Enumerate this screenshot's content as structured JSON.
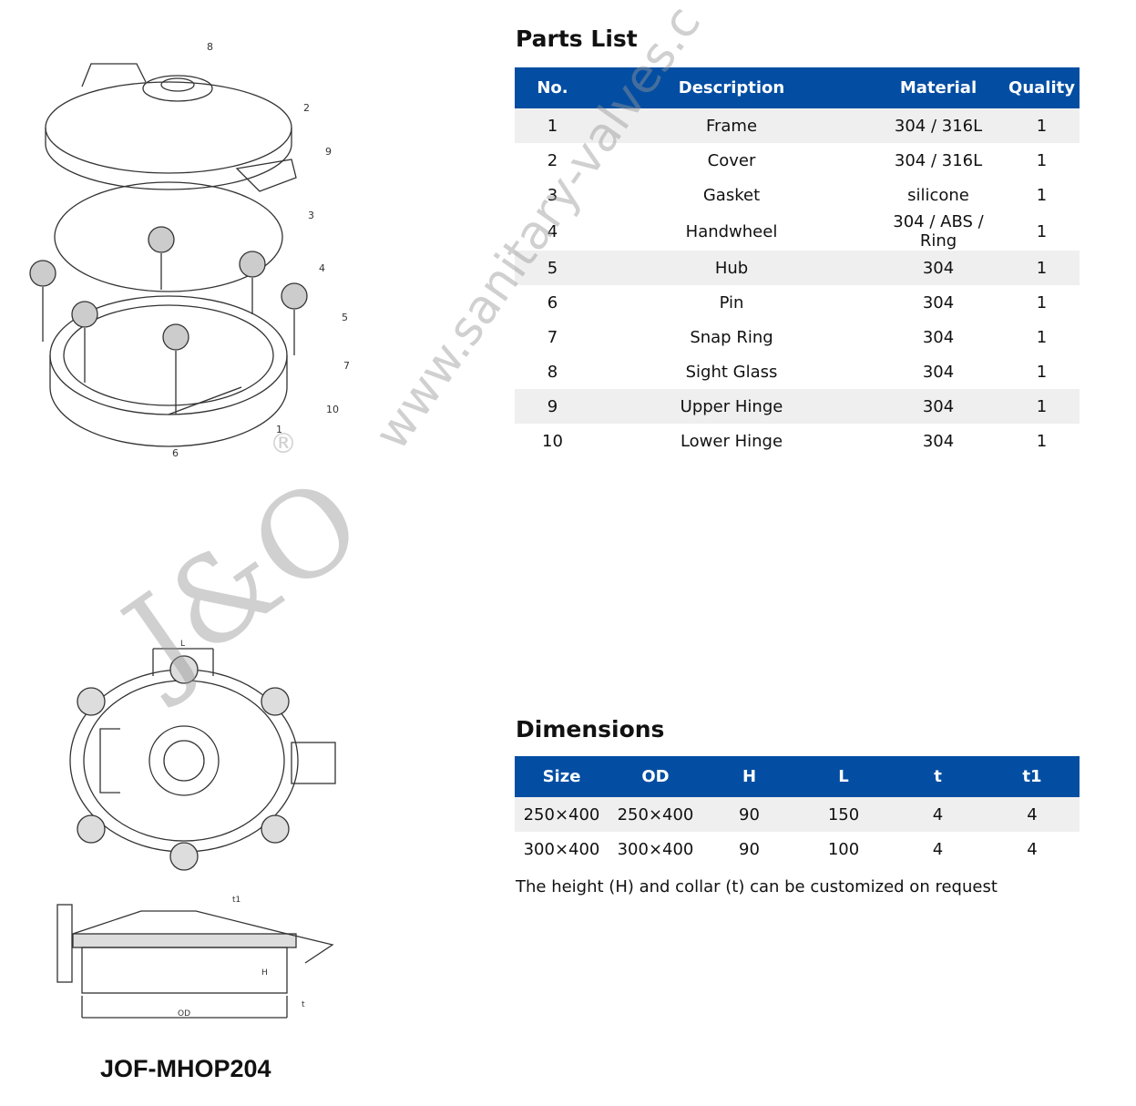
{
  "parts_list": {
    "title": "Parts List",
    "headers": [
      "No.",
      "Description",
      "Material",
      "Quality"
    ],
    "rows": [
      [
        "1",
        "Frame",
        "304 / 316L",
        "1"
      ],
      [
        "2",
        "Cover",
        "304 / 316L",
        "1"
      ],
      [
        "3",
        "Gasket",
        "silicone",
        "1"
      ],
      [
        "4",
        "Handwheel",
        "304 / ABS / Ring",
        "1"
      ],
      [
        "5",
        "Hub",
        "304",
        "1"
      ],
      [
        "6",
        "Pin",
        "304",
        "1"
      ],
      [
        "7",
        "Snap Ring",
        "304",
        "1"
      ],
      [
        "8",
        "Sight Glass",
        "304",
        "1"
      ],
      [
        "9",
        "Upper Hinge",
        "304",
        "1"
      ],
      [
        "10",
        "Lower Hinge",
        "304",
        "1"
      ]
    ]
  },
  "dimensions": {
    "title": "Dimensions",
    "headers": [
      "Size",
      "OD",
      "H",
      "L",
      "t",
      "t1"
    ],
    "rows": [
      [
        "250×400",
        "250×400",
        "90",
        "150",
        "4",
        "4"
      ],
      [
        "300×400",
        "300×400",
        "90",
        "100",
        "4",
        "4"
      ]
    ],
    "note": "The height (H) and collar (t) can be customized on request"
  },
  "model": "JOF-MHOP204",
  "drawing_labels": {
    "callouts": [
      "1",
      "2",
      "3",
      "4",
      "5",
      "6",
      "7",
      "8",
      "9",
      "10"
    ],
    "dims": [
      "L",
      "OD",
      "H",
      "t",
      "t1"
    ]
  },
  "watermark": {
    "url": "www.sanitary-valves.c",
    "logo": "J&O",
    "registered": "®"
  },
  "colors": {
    "header": "#034ea2",
    "row_shade": "#efefef"
  }
}
